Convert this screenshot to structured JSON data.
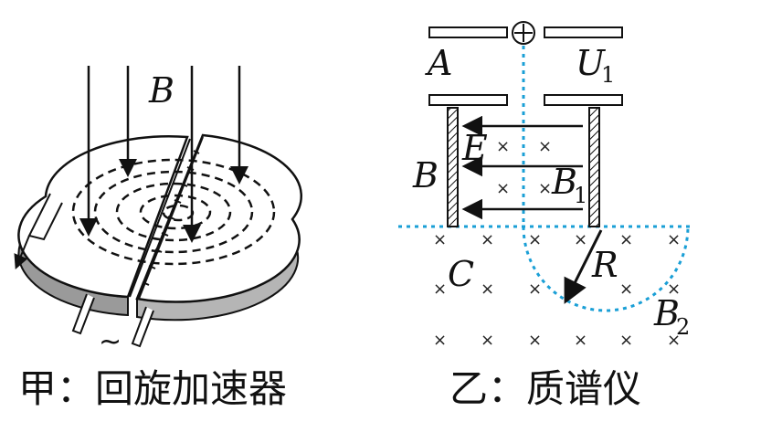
{
  "figure_left": {
    "field_label": "B",
    "ac_symbol": "~",
    "caption": "甲：回旋加速器"
  },
  "figure_right": {
    "plate_label": "A",
    "voltage_label": "U",
    "voltage_sub": "1",
    "selector_label": "B",
    "efield_label": "E",
    "b1_label": "B",
    "b1_sub": "1",
    "chamber_label": "C",
    "radius_label": "R",
    "b2_label": "B",
    "b2_sub": "2",
    "cross_mark": "×",
    "caption": "乙：质谱仪"
  },
  "colors": {
    "ink": "#111111",
    "trajectory": "#1a9fd6",
    "disk_side": "#9a9a9a"
  }
}
